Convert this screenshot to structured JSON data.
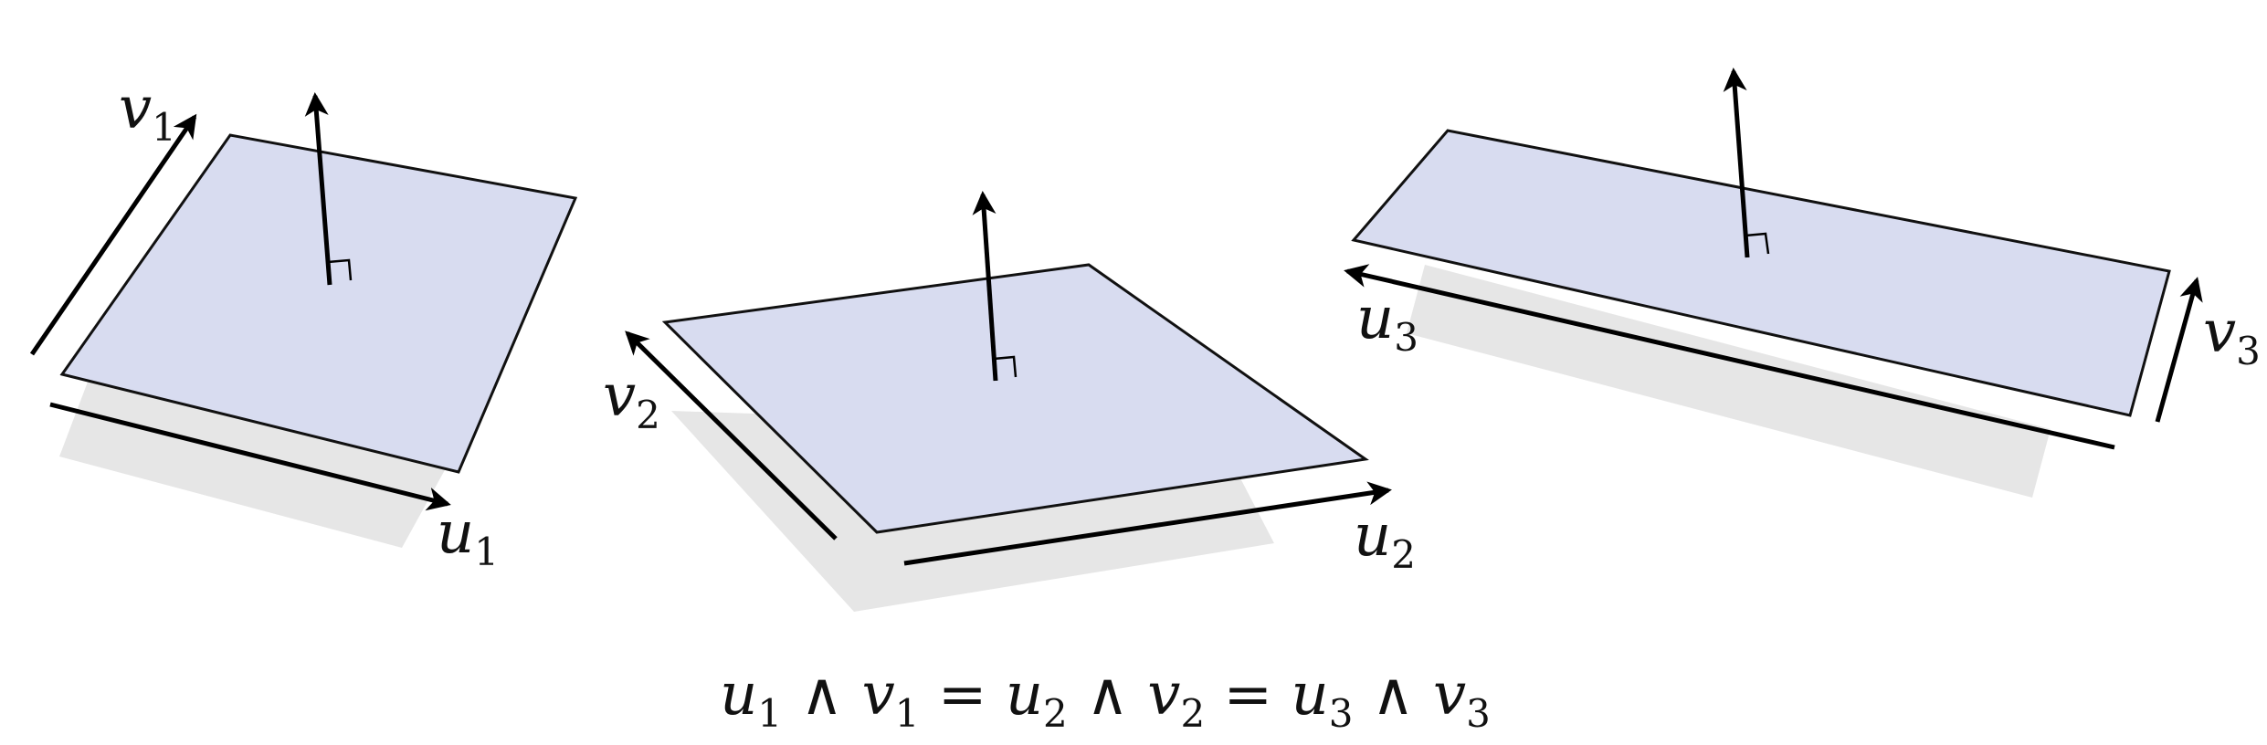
{
  "panels": [
    {
      "u": {
        "base": "u",
        "sub": "1"
      },
      "v": {
        "base": "v",
        "sub": "1"
      }
    },
    {
      "u": {
        "base": "u",
        "sub": "2"
      },
      "v": {
        "base": "v",
        "sub": "2"
      }
    },
    {
      "u": {
        "base": "u",
        "sub": "3"
      },
      "v": {
        "base": "v",
        "sub": "3"
      }
    }
  ],
  "equation": {
    "terms": [
      {
        "u": "u",
        "us": "1",
        "v": "v",
        "vs": "1"
      },
      {
        "u": "u",
        "us": "2",
        "v": "v",
        "vs": "2"
      },
      {
        "u": "u",
        "us": "3",
        "v": "v",
        "vs": "3"
      }
    ],
    "wedge": "∧",
    "equals": "="
  },
  "colors": {
    "plane_fill": "#d8dcf0",
    "shadow_fill": "#e6e6e6",
    "stroke": "#111111"
  }
}
